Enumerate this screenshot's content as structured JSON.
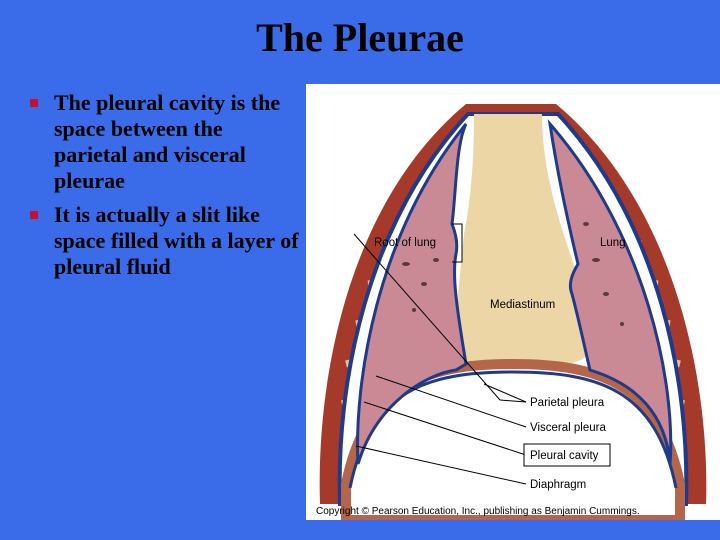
{
  "slide": {
    "title": "The Pleurae",
    "bullets": [
      "The pleural cavity is the space between the parietal and visceral pleurae",
      "It is actually a slit like space filled with a layer of pleural fluid"
    ]
  },
  "figure": {
    "labels": {
      "root_of_lung": "Root of lung",
      "lung": "Lung",
      "mediastinum": "Mediastinum",
      "parietal_pleura": "Parietal pleura",
      "visceral_pleura": "Visceral pleura",
      "pleural_cavity": "Pleural cavity",
      "diaphragm": "Diaphragm"
    },
    "copyright": "Copyright © Pearson Education, Inc., publishing as Benjamin Cummings."
  },
  "colors": {
    "background": "#3a6be8",
    "bullet": "#c8102e",
    "lung": "#c98a96",
    "pleura": "#1f3a8a",
    "mediastinum": "#ecd6a6",
    "muscle": "#a63a2a"
  }
}
